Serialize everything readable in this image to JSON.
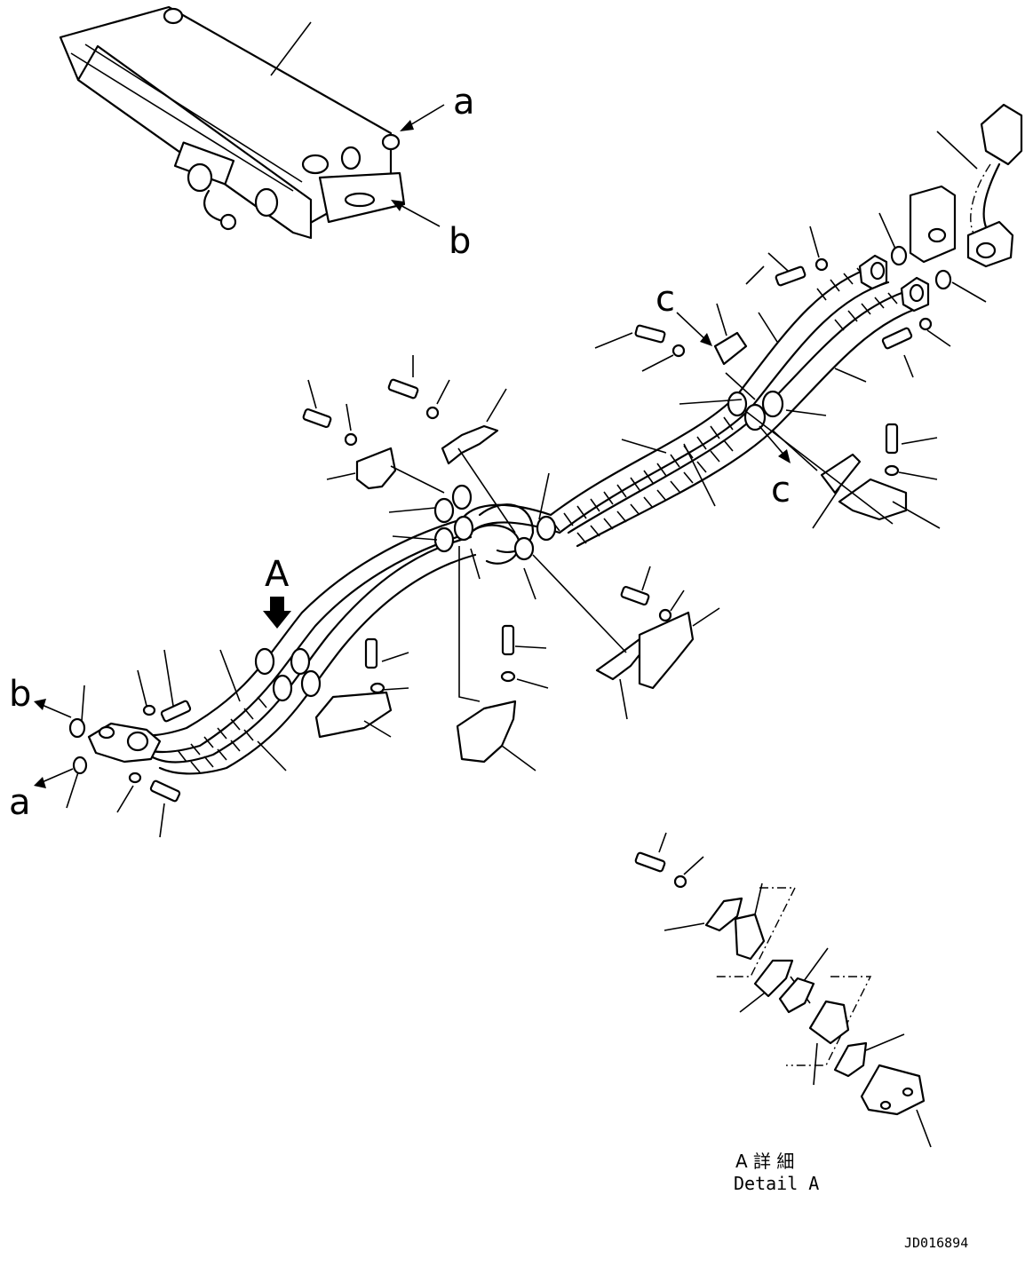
{
  "callouts": {
    "a_top": "a",
    "b_top": "b",
    "a_left": "a",
    "b_left": "b",
    "c_upper": "c",
    "c_lower": "c",
    "view_A": "A"
  },
  "detail": {
    "jp": "A 詳 細",
    "en": "Detail A"
  },
  "drawing_id": "JD016894"
}
